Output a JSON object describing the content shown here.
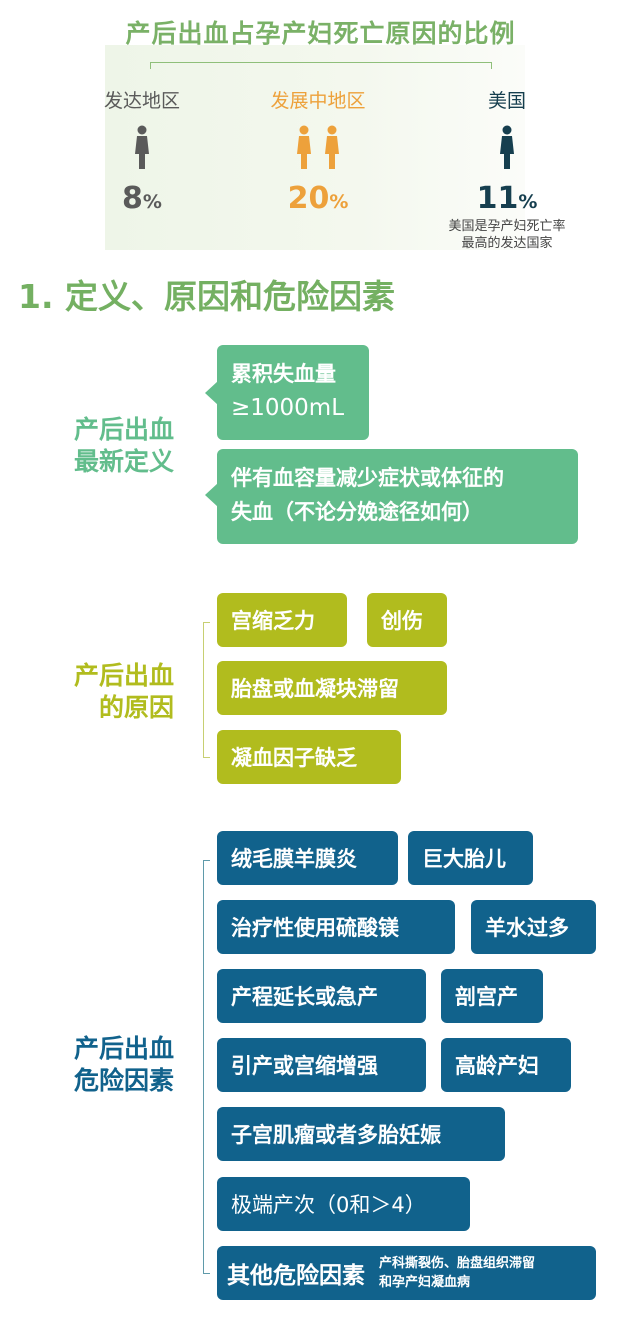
{
  "stats": {
    "title": "产后出血占孕产妇死亡原因的比例",
    "columns": [
      {
        "region": "发达地区",
        "icon": "woman-figure-icon",
        "count": 1,
        "value": "8",
        "unit": "%",
        "color": "#5a5a5a"
      },
      {
        "region": "发展中地区",
        "icon": "woman-figure-icon",
        "count": 2,
        "value": "20",
        "unit": "%",
        "color": "#eda13b"
      },
      {
        "region": "美国",
        "icon": "woman-figure-icon",
        "count": 1,
        "value": "11",
        "unit": "%",
        "color": "#163f4f",
        "note_line1": "美国是孕产妇死亡率",
        "note_line2": "最高的发达国家"
      }
    ]
  },
  "section": {
    "title": "1. 定义、原因和危险因素"
  },
  "definition": {
    "label_line1": "产后出血",
    "label_line2": "最新定义",
    "color": "#62bd8c",
    "items": [
      {
        "line1": "累积失血量",
        "line2": "≥1000mL"
      },
      {
        "line1": "伴有血容量减少症状或体征的",
        "line2": "失血（不论分娩途径如何）"
      }
    ]
  },
  "causes": {
    "label_line1": "产后出血",
    "label_line2": "的原因",
    "color": "#b1bc1e",
    "items": [
      "宫缩乏力",
      "创伤",
      "胎盘或血凝块滞留",
      "凝血因子缺乏"
    ]
  },
  "risks": {
    "label_line1": "产后出血",
    "label_line2": "危险因素",
    "color": "#11628c",
    "items": [
      "绒毛膜羊膜炎",
      "巨大胎儿",
      "治疗性使用硫酸镁",
      "羊水过多",
      "产程延长或急产",
      "剖宫产",
      "引产或宫缩增强",
      "高龄产妇",
      "子宫肌瘤或者多胎妊娠",
      "极端产次（0和＞4）"
    ],
    "other": {
      "label": "其他危险因素",
      "detail_line1": "产科撕裂伤、胎盘组织滞留",
      "detail_line2": "和孕产妇凝血病"
    }
  }
}
